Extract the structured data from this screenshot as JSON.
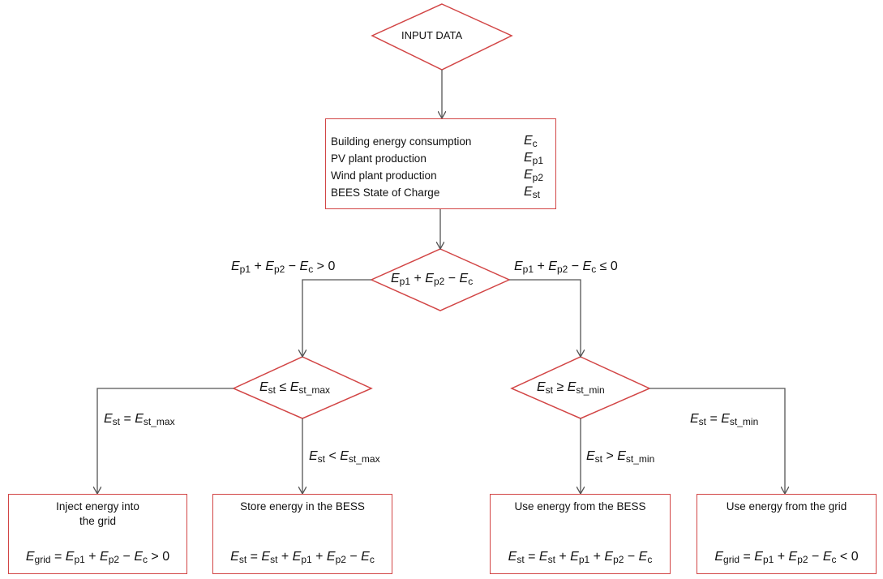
{
  "colors": {
    "shape_border": "#d24545",
    "connector": "#555555",
    "text": "#111111"
  },
  "start": {
    "label": "INPUT DATA"
  },
  "inputs": {
    "rows": [
      {
        "name": "Building energy consumption",
        "sym": "E",
        "sub": "c"
      },
      {
        "name": "PV plant production",
        "sym": "E",
        "sub": "p1"
      },
      {
        "name": "Wind plant production",
        "sym": "E",
        "sub": "p2"
      },
      {
        "name": "BEES State of Charge",
        "sym": "E",
        "sub": "st"
      }
    ]
  },
  "decision_balance": {
    "label": "E_p1 + E_p2 − E_c",
    "branch_left": "E_p1 + E_p2 − E_c > 0",
    "branch_right": "E_p1 + E_p2 − E_c ≤ 0"
  },
  "decision_max": {
    "label": "E_st ≤ E_st_max",
    "branch_left": "E_st = E_st_max",
    "branch_down": "E_st < E_st_max"
  },
  "decision_min": {
    "label": "E_st ≥ E_st_min",
    "branch_right": "E_st = E_st_min",
    "branch_down": "E_st > E_st_min"
  },
  "outputs": {
    "inject": {
      "title_line1": "Inject energy into",
      "title_line2": "the grid",
      "formula": "E_grid = E_p1 + E_p2 − E_c > 0"
    },
    "store": {
      "title": "Store energy in the BESS",
      "formula": "E_st = E_st + E_p1 + E_p2 − E_c"
    },
    "use_bess": {
      "title": "Use energy from the BESS",
      "formula": "E_st = E_st + E_p1 + E_p2 − E_c"
    },
    "use_grid": {
      "title": "Use energy from the grid",
      "formula": "E_grid = E_p1 + E_p2 − E_c < 0"
    }
  }
}
